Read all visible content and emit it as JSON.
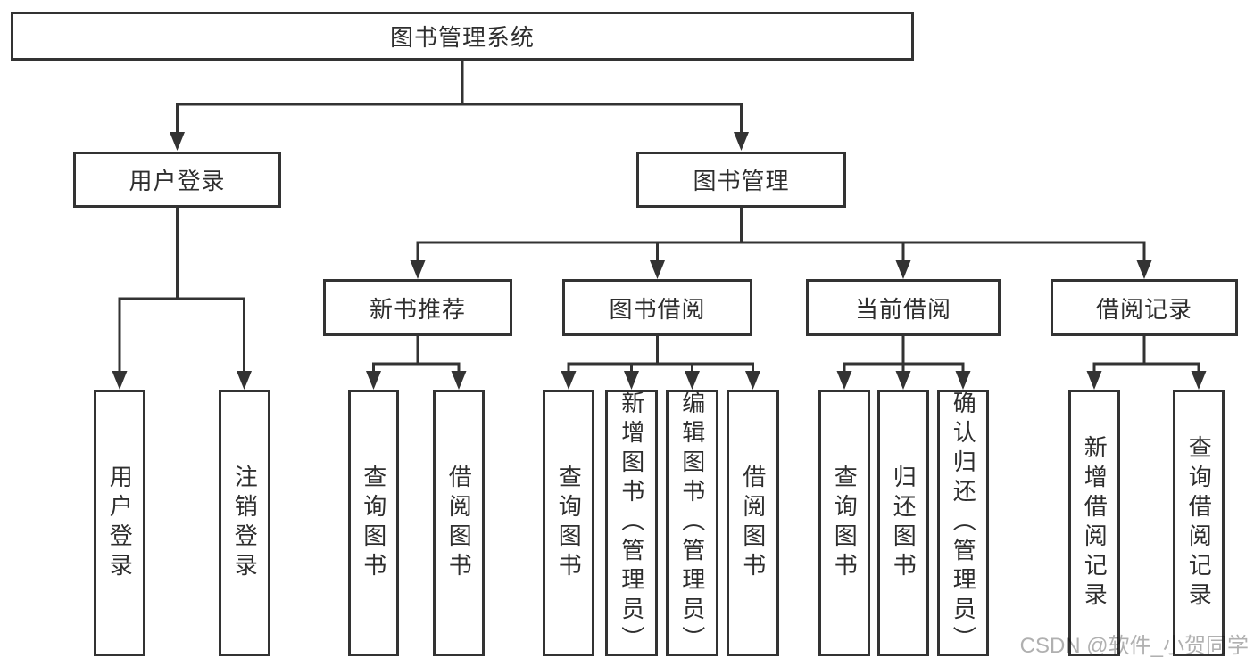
{
  "tree": {
    "root": {
      "label": "图书管理系统"
    },
    "branches": [
      {
        "label": "用户登录",
        "children": [
          {
            "label": "用户登录"
          },
          {
            "label": "注销登录"
          }
        ]
      },
      {
        "label": "图书管理",
        "children": [
          {
            "label": "新书推荐",
            "children": [
              {
                "label": "查询图书"
              },
              {
                "label": "借阅图书"
              }
            ]
          },
          {
            "label": "图书借阅",
            "children": [
              {
                "label": "查询图书"
              },
              {
                "label": "新增图书（管理员）"
              },
              {
                "label": "编辑图书（管理员）"
              },
              {
                "label": "借阅图书"
              }
            ]
          },
          {
            "label": "当前借阅",
            "children": [
              {
                "label": "查询图书"
              },
              {
                "label": "归还图书"
              },
              {
                "label": "确认归还（管理员）"
              }
            ]
          },
          {
            "label": "借阅记录",
            "children": [
              {
                "label": "新增借阅记录"
              },
              {
                "label": "查询借阅记录"
              }
            ]
          }
        ]
      }
    ]
  },
  "watermark": "CSDN @软件_小贺同学",
  "colors": {
    "line": "#333333",
    "border": "#333333",
    "text": "#2e2e2e",
    "background": "#ffffff",
    "watermark": "#b0b0b0"
  }
}
